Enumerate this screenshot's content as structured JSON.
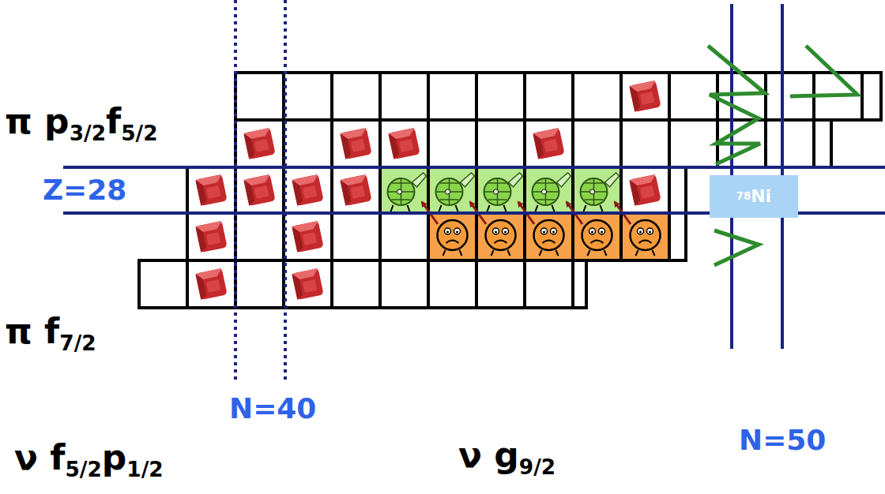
{
  "diagram": {
    "nodes": [
      {
        "text": [
          "78",
          "Ni"
        ]
      }
    ],
    "labels": [
      "π p",
      "3/2",
      "f",
      "5/2",
      "Z=28",
      "π f",
      "7/2",
      "N=40",
      "ν f",
      "5/2",
      "p",
      "1/2",
      "ν g",
      "9/2",
      "N=50"
    ]
  }
}
